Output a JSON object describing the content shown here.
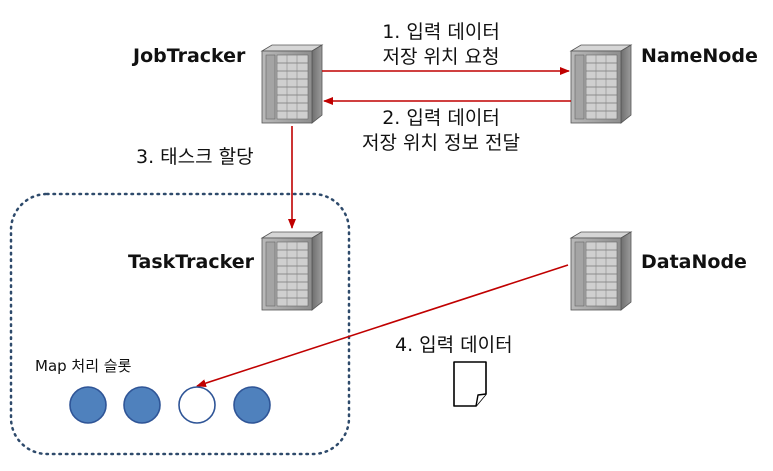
{
  "nodes": {
    "jobtracker": "JobTracker",
    "namenode": "NameNode",
    "tasktracker": "TaskTracker",
    "datanode": "DataNode"
  },
  "steps": {
    "step1_line1": "1. 입력 데이터",
    "step1_line2": "저장 위치 요청",
    "step2_line1": "2. 입력 데이터",
    "step2_line2": "저장 위치 정보 전달",
    "step3": "3. 태스크 할당",
    "step4": "4. 입력 데이터"
  },
  "slots": {
    "label": "Map 처리 슬롯",
    "states": [
      "filled",
      "filled",
      "empty",
      "filled"
    ]
  },
  "colors": {
    "arrow": "#c00000",
    "slot_fill": "#4f81bd",
    "slot_stroke": "#2f5597",
    "group_border": "#2e4a6b",
    "server_body": "#9a9a9a"
  }
}
